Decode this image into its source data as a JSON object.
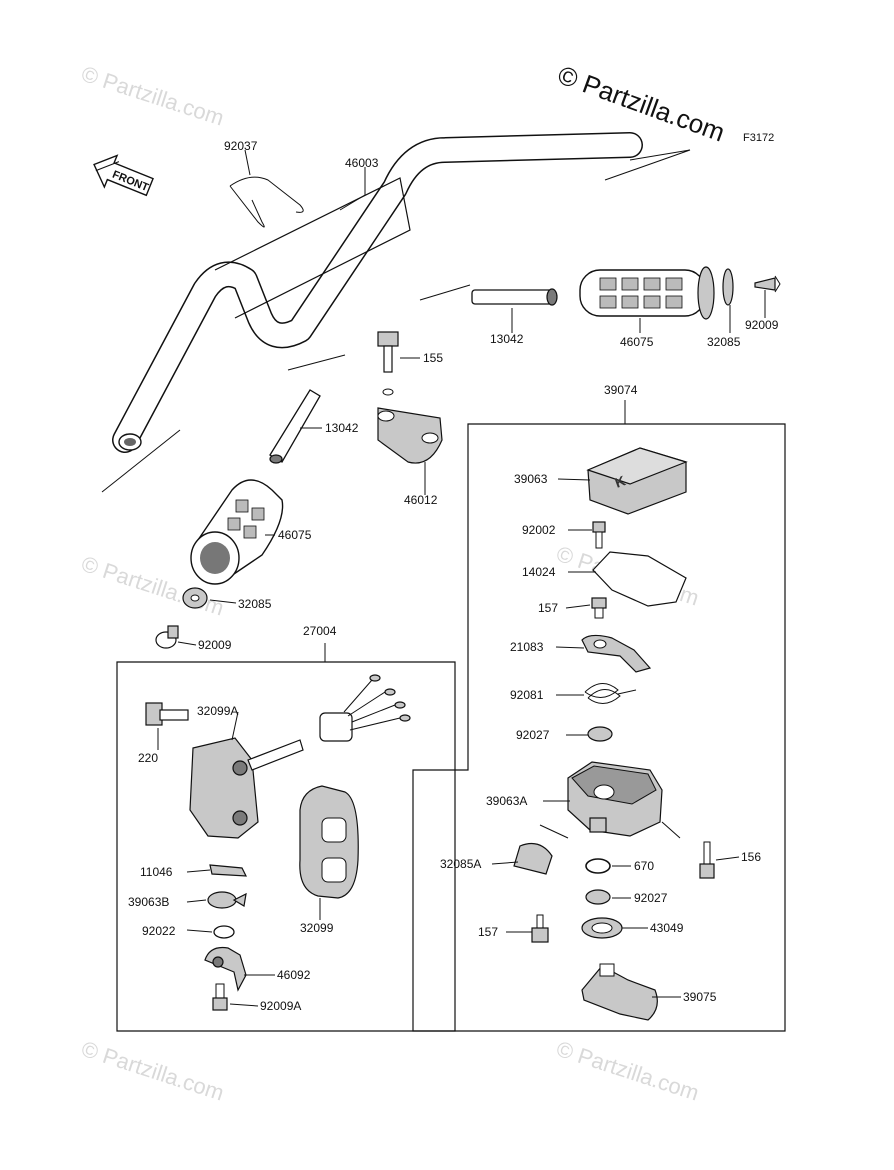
{
  "diagram_code": "F3172",
  "copyright": "© Partzilla.com",
  "watermark": "© Partzilla.com",
  "front_label": "FRONT",
  "assemblies": {
    "left_switch": "27004",
    "right_throttle": "39074"
  },
  "parts": {
    "p92037": "92037",
    "p46003": "46003",
    "p13042_r": "13042",
    "p46075_r": "46075",
    "p32085_r": "32085",
    "p92009_r": "92009",
    "p155": "155",
    "p13042_l": "13042",
    "p46012": "46012",
    "p46075_l": "46075",
    "p32085_l": "32085",
    "p92009_l": "92009",
    "p32099A": "32099A",
    "p220": "220",
    "p11046": "11046",
    "p39063B": "39063B",
    "p92022": "92022",
    "p32099": "32099",
    "p46092": "46092",
    "p92009A": "92009A",
    "p39063": "39063",
    "p92002": "92002",
    "p14024": "14024",
    "p157_a": "157",
    "p21083": "21083",
    "p92081": "92081",
    "p92027_a": "92027",
    "p39063A": "39063A",
    "p156": "156",
    "p32085A": "32085A",
    "p670": "670",
    "p92027_b": "92027",
    "p157_b": "157",
    "p43049": "43049",
    "p39075": "39075"
  },
  "colors": {
    "ink": "#111111",
    "watermark": "#d9d9d9",
    "part_grey": "#c8c8c8"
  }
}
